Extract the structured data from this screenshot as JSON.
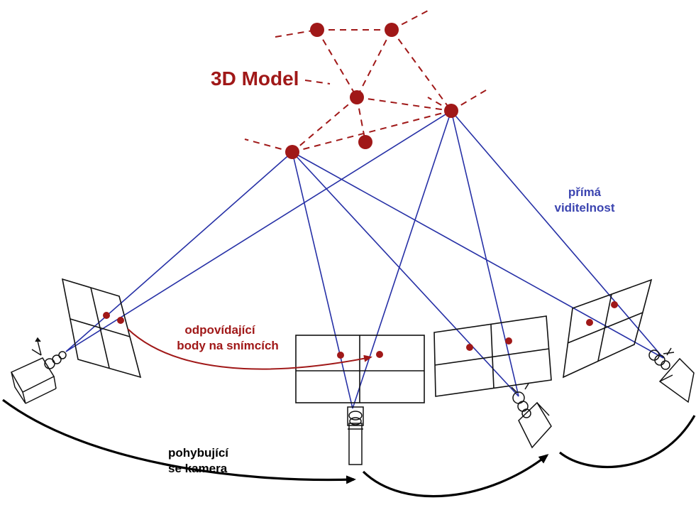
{
  "labels": {
    "model_title": "3D Model",
    "direct_visibility_line1": "přímá",
    "direct_visibility_line2": "viditelnost",
    "corresponding_line1": "odpovídající",
    "corresponding_line2": "body na snímcích",
    "moving_camera_line1": "pohybující",
    "moving_camera_line2": "se kamera"
  },
  "colors": {
    "model": "#a01818",
    "rays": "#2630a6",
    "label_blue": "#3b44b0",
    "frame": "#111111",
    "arrow": "#000000"
  },
  "icons": [
    "camera-icon",
    "camera-icon",
    "camera-icon",
    "camera-icon"
  ]
}
